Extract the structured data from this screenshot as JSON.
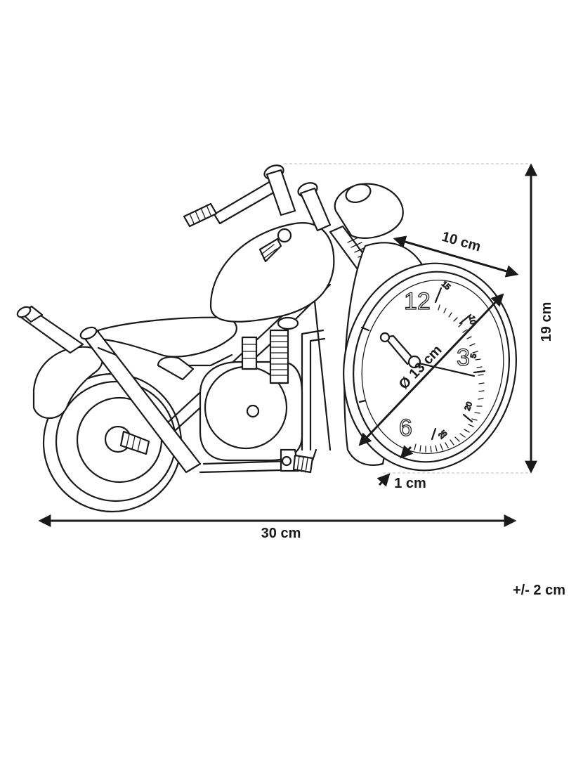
{
  "dimensions": {
    "width": "30 cm",
    "height": "19 cm",
    "depth": "10 cm",
    "clock_diameter": "Ø 13 cm",
    "bezel": "1 cm"
  },
  "tolerance": "+/- 2 cm",
  "clock_face": {
    "hours": [
      "12",
      "3",
      "6"
    ],
    "minute_marks": [
      "5",
      "10",
      "15",
      "20",
      "25"
    ]
  }
}
